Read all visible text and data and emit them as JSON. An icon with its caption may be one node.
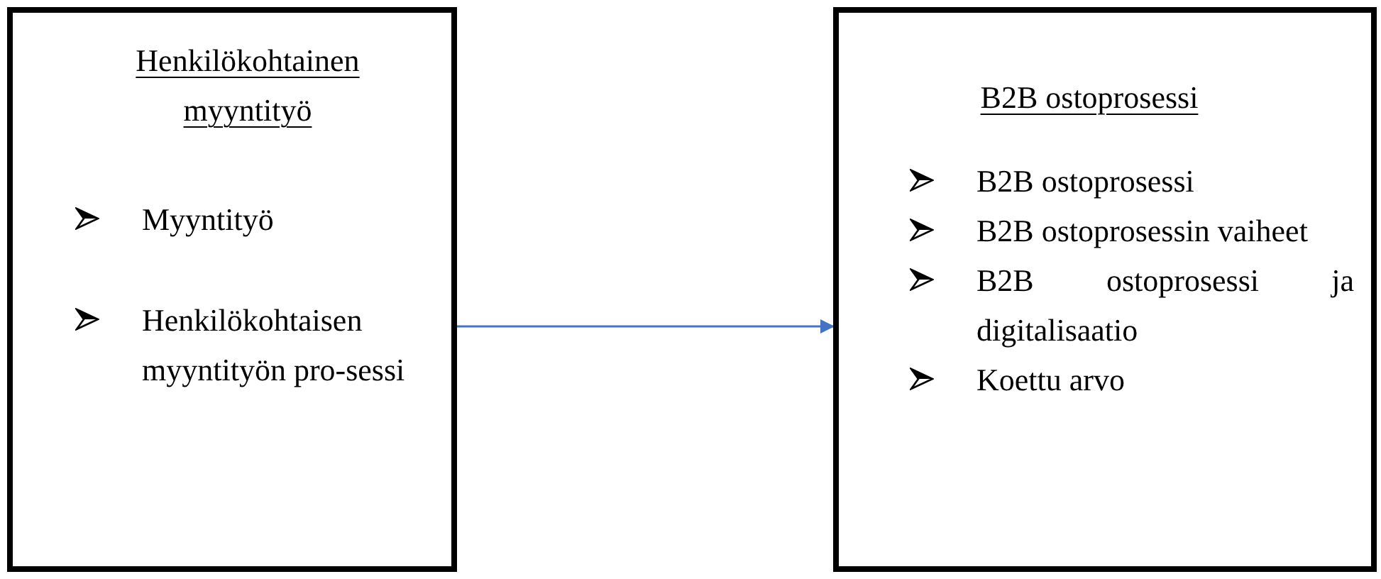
{
  "diagram": {
    "nodes": [
      {
        "text": [
          "Henkilökohtainen myyntityö",
          "Myyntityö",
          "Henkilökohtaisen myyntityön pro-sessi"
        ]
      },
      {
        "text": [
          "B2B ostoprosessi",
          "B2B ostoprosessi",
          "B2B ostoprosessin vaiheet",
          "B2B ostoprosessi ja digitalisaatio",
          "Koettu arvo"
        ]
      }
    ],
    "edges": [
      {
        "from": 0,
        "to": 1,
        "arrow": "to",
        "color": "#4472c4"
      }
    ]
  }
}
